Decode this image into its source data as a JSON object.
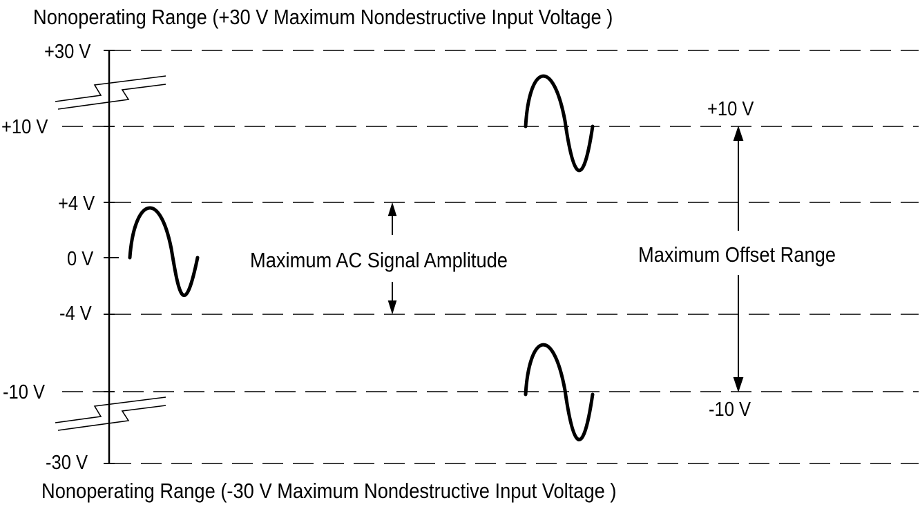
{
  "diagram": {
    "top_note": "Nonoperating Range (+30 V Maximum Nondestructive Input Voltage )",
    "bottom_note": "Nonoperating Range (-30 V Maximum Nondestructive Input Voltage )",
    "axis_ticks": [
      "+30 V",
      "+10 V",
      "+4 V",
      "0 V",
      "-4 V",
      "-10 V",
      "-30 V"
    ],
    "ac_amplitude_label": "Maximum AC Signal Amplitude",
    "offset_range_label": "Maximum Offset Range",
    "offset_top_label": "+10 V",
    "offset_bottom_label": "-10 V",
    "line_color": "#000000",
    "background_color": "#ffffff"
  }
}
